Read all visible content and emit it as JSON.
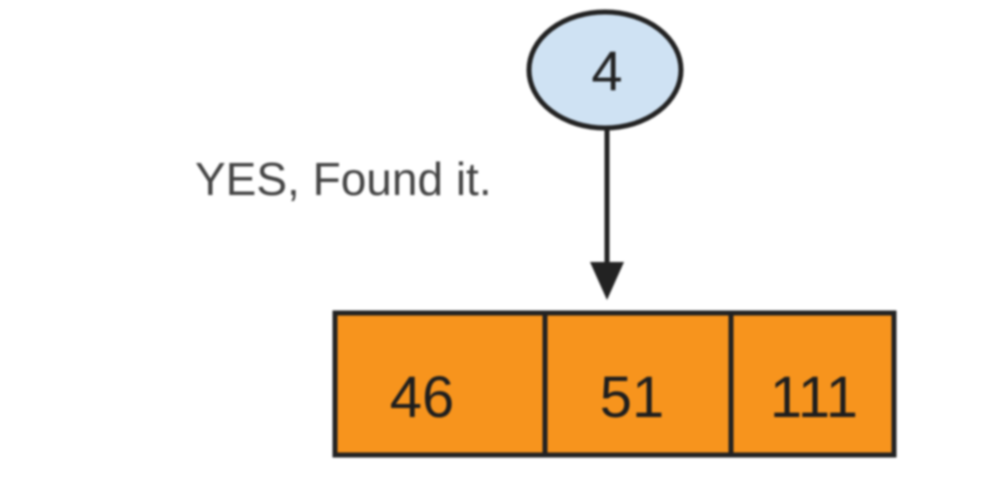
{
  "node": {
    "value": "4"
  },
  "annotation": {
    "text": "YES, Found it."
  },
  "array": {
    "cells": [
      "46",
      "51",
      "111"
    ]
  },
  "colors": {
    "node_fill": "#cfe2f3",
    "node_stroke": "#222222",
    "cell_fill": "#f7941d",
    "cell_stroke": "#222222",
    "arrow": "#222222",
    "annotation_text": "#444444"
  }
}
